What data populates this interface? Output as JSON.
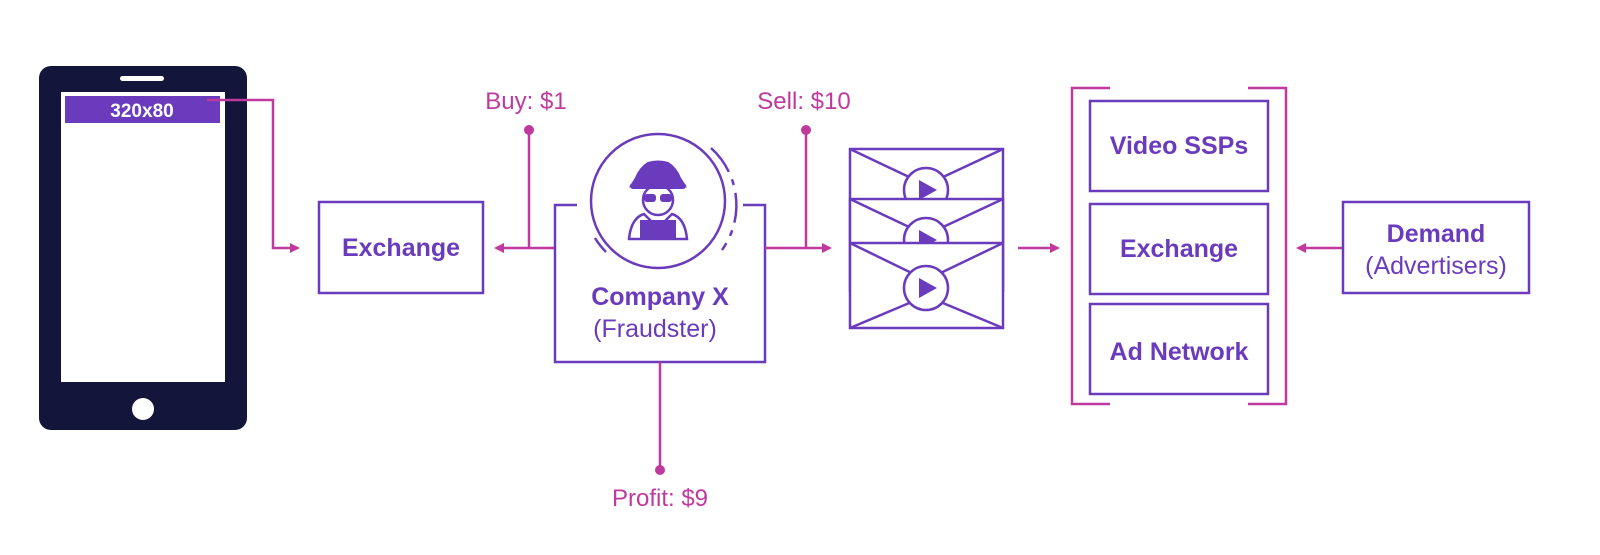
{
  "colors": {
    "purple": "#6a3bbd",
    "magenta": "#c0399d",
    "phone_dark": "#14153a",
    "ad_banner": "#6a3bbd"
  },
  "phone": {
    "ad_size_label": "320x80"
  },
  "exchange_left": {
    "label": "Exchange"
  },
  "fraudster": {
    "name": "Company X",
    "role": "(Fraudster)",
    "icon": "hacker-spy-icon"
  },
  "money": {
    "buy": "Buy: $1",
    "sell": "Sell: $10",
    "profit": "Profit: $9"
  },
  "video_stack": {
    "icon": "video-envelope-icon",
    "count": 3
  },
  "buyers": {
    "items": [
      "Video SSPs",
      "Exchange",
      "Ad Network"
    ]
  },
  "demand": {
    "title": "Demand",
    "subtitle": "(Advertisers)"
  }
}
